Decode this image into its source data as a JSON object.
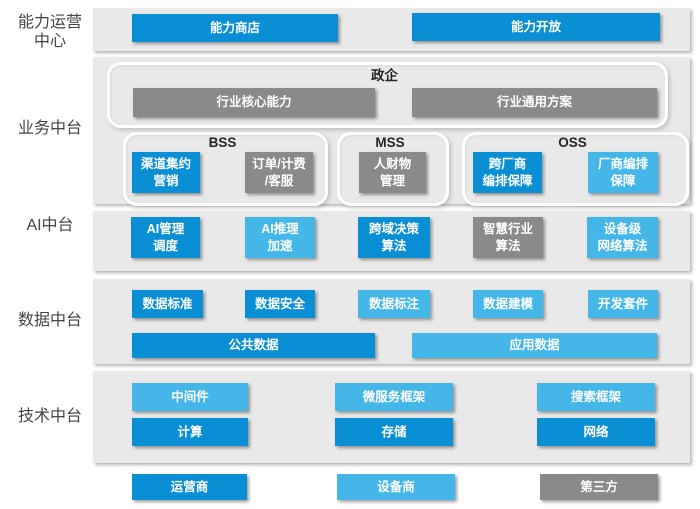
{
  "colors": {
    "dark_blue": "#0a8fd4",
    "light_blue": "#45b6e8",
    "gray": "#8a8a8a",
    "panel_bg": "#e9e9e9",
    "side_label_text": "#454545",
    "button_text": "#ffffff"
  },
  "sidebar": {
    "capability_center": "能力运营\n中心",
    "business": "业务中台",
    "ai": "AI中台",
    "data": "数据中台",
    "tech": "技术中台"
  },
  "capability_row": {
    "store": "能力商店",
    "open": "能力开放"
  },
  "business_row": {
    "gov": {
      "label": "政企",
      "core": "行业核心能力",
      "general": "行业通用方案"
    },
    "bss": {
      "label": "BSS",
      "channel": "渠道集约\n营销",
      "order": "订单/计费\n/客服"
    },
    "mss": {
      "label": "MSS",
      "hr": "人财物\n管理"
    },
    "oss": {
      "label": "OSS",
      "cross_vendor": "跨厂商\n编排保障",
      "vendor": "厂商编排\n保障"
    }
  },
  "ai_row": {
    "manage": "AI管理\n调度",
    "inference": "AI推理\n加速",
    "cross_domain": "跨域决策\n算法",
    "industry": "智慧行业\n算法",
    "device": "设备级\n网络算法"
  },
  "data_row": {
    "standard": "数据标准",
    "security": "数据安全",
    "annotation": "数据标注",
    "modeling": "数据建模",
    "devkit": "开发套件",
    "public": "公共数据",
    "application": "应用数据"
  },
  "tech_row": {
    "middleware": "中间件",
    "microservice": "微服务框架",
    "search": "搜索框架",
    "compute": "计算",
    "storage": "存储",
    "network": "网络"
  },
  "bottom_row": {
    "operator": "运营商",
    "vendor": "设备商",
    "third_party": "第三方"
  }
}
